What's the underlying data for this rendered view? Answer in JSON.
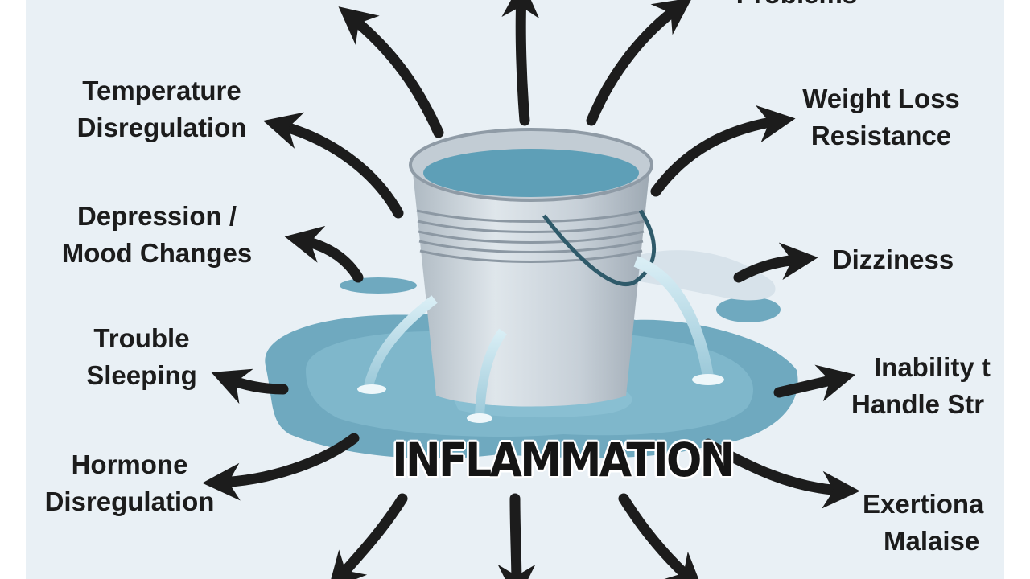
{
  "title": "INFLAMMATION",
  "labels": {
    "top_right": "Problems",
    "temperature": [
      "Temperature",
      "Disregulation"
    ],
    "weight_loss": [
      "Weight Loss",
      "Resistance"
    ],
    "depression": [
      "Depression /",
      "Mood Changes"
    ],
    "dizziness": [
      "Dizziness"
    ],
    "sleeping": [
      "Trouble",
      "Sleeping"
    ],
    "stress": [
      "Inability t",
      "Handle Str"
    ],
    "hormone": [
      "Hormone",
      "Disregulation"
    ],
    "malaise": [
      "Exertiona",
      "Malaise"
    ]
  },
  "colors": {
    "panel": "#e9f0f5",
    "water": "#5e9fb7",
    "puddle": "#7fb7cb",
    "bucket": "#c9d2d9",
    "ink": "#1c1c1c"
  },
  "icons": [
    "bucket-icon",
    "puddle-icon",
    "arrow-icon"
  ]
}
